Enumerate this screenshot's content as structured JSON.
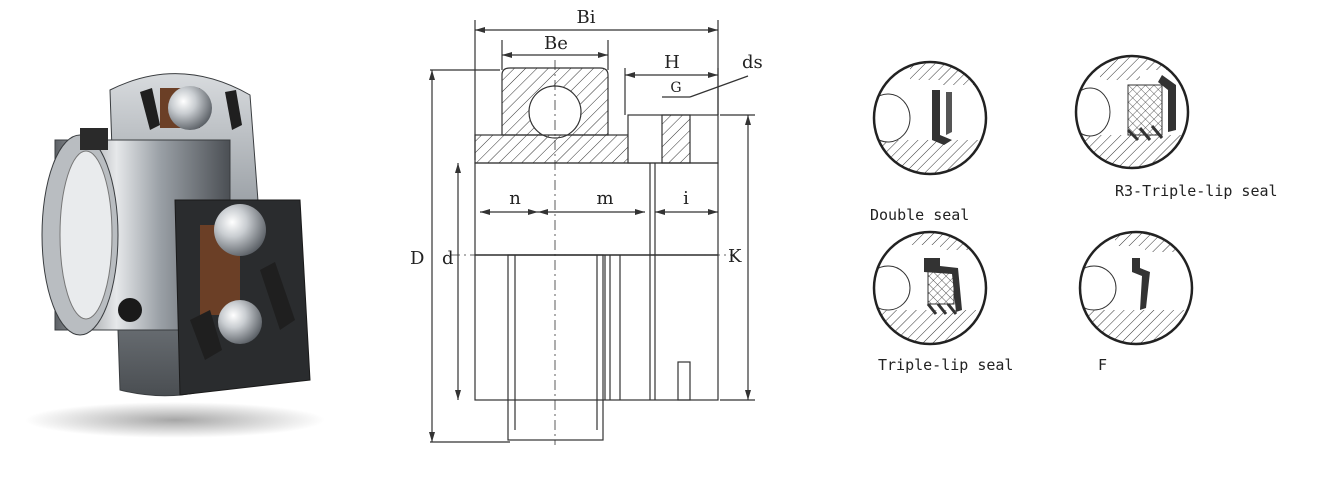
{
  "colors": {
    "line": "#333333",
    "steel": "#9aa0a6",
    "steel_dark": "#3a3d40",
    "rubber": "#1f1f1f",
    "cage": "#6b3f26"
  },
  "drawing": {
    "dims": {
      "Bi": "Bi",
      "Be": "Be",
      "H": "H",
      "ds": "ds",
      "G": "G",
      "n": "n",
      "m": "m",
      "i": "i",
      "D": "D",
      "d": "d",
      "K": "K"
    }
  },
  "seals": [
    {
      "label": "Double seal"
    },
    {
      "label": "R3-Triple-lip seal"
    },
    {
      "label": "Triple-lip seal"
    },
    {
      "label": "F"
    }
  ]
}
